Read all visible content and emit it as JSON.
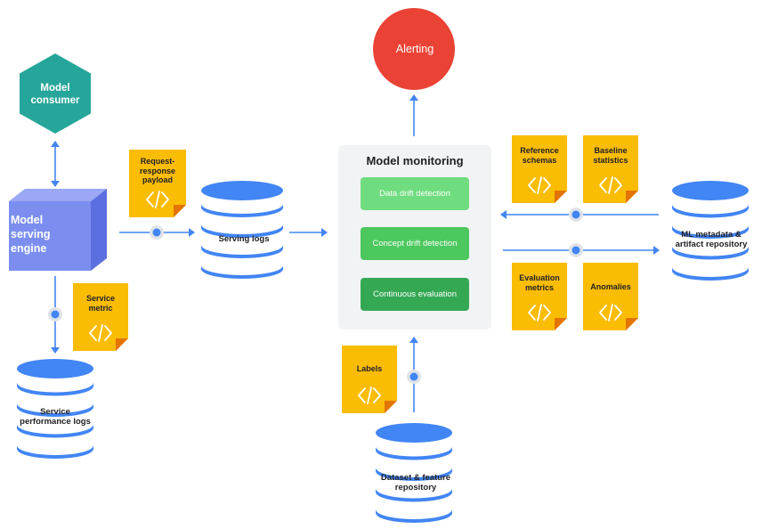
{
  "colors": {
    "arrow": "#4285f4",
    "cylinder_blue": "#4285f4",
    "doc_yellow": "#fbbc04",
    "doc_fold": "#e37400",
    "alert_red": "#ea4335",
    "consumer_teal": "#26a69a",
    "engine_purple": "#7b8ef0",
    "panel_grey": "#f1f3f4",
    "pill_light": "#6fdc7f",
    "pill_mid": "#4cc85e",
    "pill_dark": "#34a853"
  },
  "nodes": {
    "model_consumer": "Model\nconsumer",
    "model_serving_engine": "Model\nserving\nengine",
    "alerting": "Alerting",
    "serving_logs": "Serving logs",
    "service_performance_logs": "Service\nperformance logs",
    "ml_metadata": "ML metadata &\nartifact repository",
    "dataset_repository": "Dataset & feature\nrepository"
  },
  "monitoring": {
    "title": "Model monitoring",
    "steps": [
      "Data drift detection",
      "Concept drift detection",
      "Continuous evaluation"
    ]
  },
  "documents": {
    "request_response": "Request-\nresponse\npayload",
    "service_metric": "Service\nmetric",
    "reference_schemas": "Reference\nschemas",
    "baseline_statistics": "Baseline\nstatistics",
    "evaluation_metrics": "Evaluation\nmetrics",
    "anomalies": "Anomalies",
    "labels": "Labels"
  },
  "icons": {
    "code_icon": "code-brackets",
    "arrow_icon": "arrowhead",
    "node_icon": "connector-dot"
  }
}
